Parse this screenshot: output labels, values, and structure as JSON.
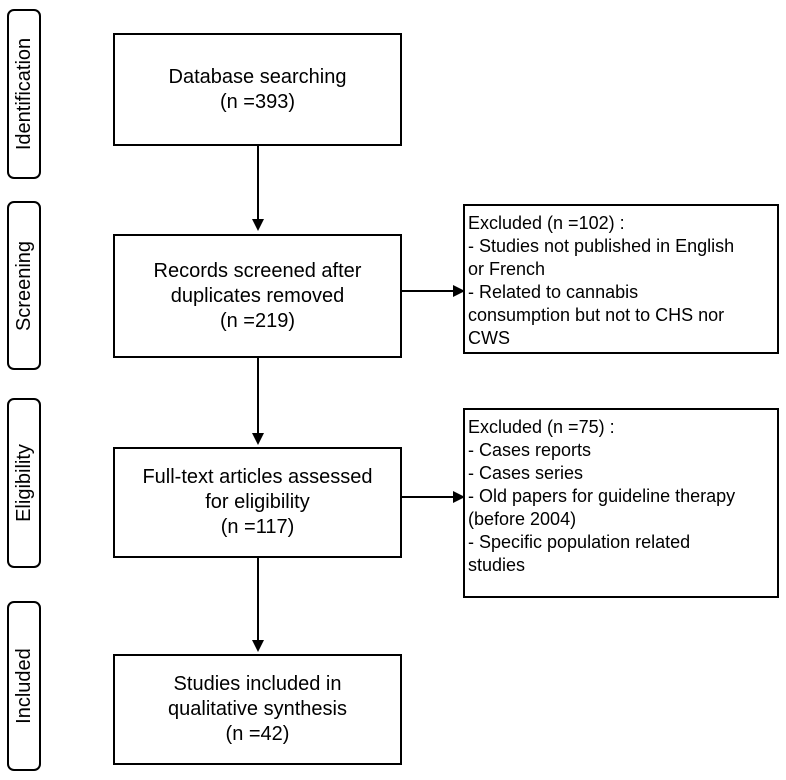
{
  "stages": [
    {
      "label": "Identification"
    },
    {
      "label": "Screening"
    },
    {
      "label": "Eligibility"
    },
    {
      "label": "Included"
    }
  ],
  "main_boxes": [
    {
      "lines": [
        "Database searching",
        "(n =393)"
      ]
    },
    {
      "lines": [
        "Records screened after",
        "duplicates removed",
        "(n =219)"
      ]
    },
    {
      "lines": [
        "Full-text articles assessed",
        "for eligibility",
        "(n =117)"
      ]
    },
    {
      "lines": [
        "Studies included in",
        "qualitative synthesis",
        "(n =42)"
      ]
    }
  ],
  "exclusion_boxes": [
    {
      "lines": [
        "Excluded (n =102) :",
        "- Studies not published in English",
        "or French",
        "- Related to cannabis",
        "consumption but not to CHS nor",
        "CWS"
      ]
    },
    {
      "lines": [
        "Excluded (n =75) :",
        "- Cases reports",
        "- Cases series",
        "- Old papers for guideline therapy",
        "(before 2004)",
        "- Specific population related",
        "studies"
      ]
    }
  ]
}
